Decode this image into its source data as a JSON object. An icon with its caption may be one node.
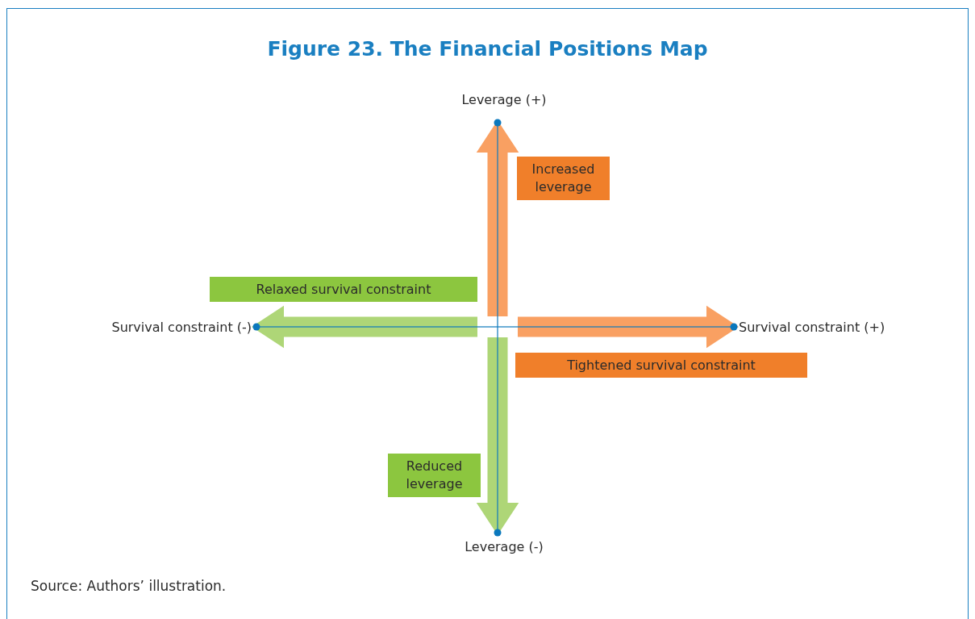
{
  "diagram": {
    "title": "Figure 23. The Financial Positions Map",
    "nodes": [
      {
        "text": [
          "Leverage (+)"
        ]
      },
      {
        "text": [
          "Increased leverage"
        ]
      },
      {
        "text": [
          "Relaxed survival constraint"
        ]
      },
      {
        "text": [
          "Survival constraint (-)"
        ]
      },
      {
        "text": [
          "Survival constraint (+)"
        ]
      },
      {
        "text": [
          "Tightened survival constraint"
        ]
      },
      {
        "text": [
          "Reduced leverage"
        ]
      },
      {
        "text": [
          "Leverage (-)"
        ]
      }
    ],
    "edges": [
      {
        "from": null,
        "to": 0,
        "arrow": "to",
        "style": "thick",
        "color": "#f9a062"
      },
      {
        "from": null,
        "to": 3,
        "arrow": "to",
        "style": "thick",
        "color": "#aed677"
      },
      {
        "from": null,
        "to": 4,
        "arrow": "to",
        "style": "thick",
        "color": "#f9a062"
      },
      {
        "from": null,
        "to": 7,
        "arrow": "to",
        "style": "thick",
        "color": "#aed677"
      }
    ],
    "labels": [
      "Source: Authors’ illustration."
    ]
  }
}
